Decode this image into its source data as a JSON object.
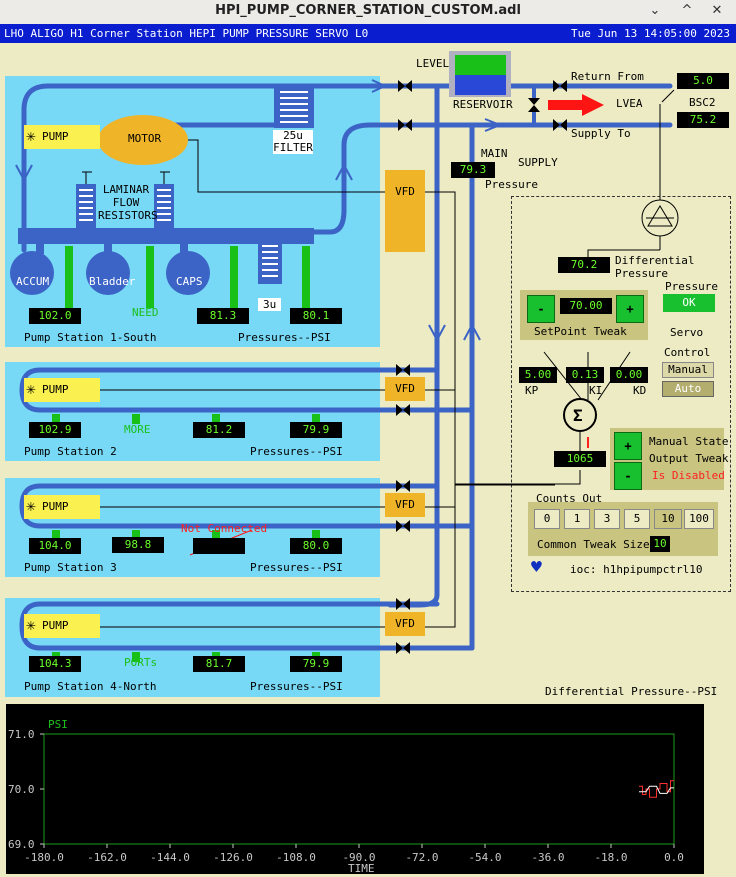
{
  "window": {
    "title": "HPI_PUMP_CORNER_STATION_CUSTOM.adl",
    "minimize": "⌄",
    "maximize": "^",
    "close": "✕"
  },
  "header": {
    "left": "LHO ALIGO H1 Corner Station HEPI PUMP PRESSURE SERVO  L0",
    "right": "Tue Jun 13 14:05:00 2023"
  },
  "top": {
    "level": "LEVEL",
    "reservoir": "RESERVOIR",
    "filter": "25u\nFILTER",
    "return_from": "Return From",
    "supply_to": "Supply To",
    "lvea": "LVEA",
    "bsc2": "BSC2",
    "return_value": "5.0",
    "supply_value": "75.2",
    "main_supply_1": "MAIN",
    "main_supply_2": "SUPPLY",
    "main_pressure": "79.3",
    "pressure": "Pressure"
  },
  "station1": {
    "pump": "PUMP",
    "motor": "MOTOR",
    "laminar": "LAMINAR\nFLOW\nRESISTORS",
    "accum": "ACCUM",
    "bladder": "Bladder",
    "caps": "CAPS",
    "three_u": "3u",
    "need": "NEED",
    "v1": "102.0",
    "v2": "81.3",
    "v3": "80.1",
    "name": "Pump Station 1-South",
    "pressures": "Pressures--PSI",
    "vfd": "VFD"
  },
  "station2": {
    "pump": "PUMP",
    "v1": "102.9",
    "more": "MORE",
    "v2": "81.2",
    "v3": "79.9",
    "name": "Pump Station 2",
    "pressures": "Pressures--PSI",
    "vfd": "VFD"
  },
  "station3": {
    "pump": "PUMP",
    "v1": "104.0",
    "v2": "98.8",
    "not_connected": "Not Connected",
    "v3": "80.0",
    "name": "Pump Station 3",
    "pressures": "Pressures--PSI",
    "vfd": "VFD"
  },
  "station4": {
    "pump": "PUMP",
    "v1": "104.3",
    "ports": "PORTs",
    "v2": "81.7",
    "v3": "79.9",
    "name": "Pump Station 4-North",
    "pressures": "Pressures--PSI",
    "vfd": "VFD"
  },
  "servo": {
    "diff_value": "70.2",
    "diff_label": "Differential\nPressure",
    "setpoint_minus": "-",
    "setpoint_value": "70.00",
    "setpoint_plus": "+",
    "setpoint_label": "SetPoint Tweak",
    "pressure_label": "Pressure",
    "pressure_ok": "OK",
    "servo_label": "Servo",
    "control_label": "Control",
    "manual": "Manual",
    "auto": "Auto",
    "kp": "5.00",
    "ki": "0.13",
    "kd": "0.00",
    "kp_l": "KP",
    "ki_l": "KI",
    "kd_l": "KD",
    "sigma": "Σ",
    "output": "1065",
    "manual_plus": "+",
    "manual_minus": "-",
    "manual_state": "Manual State",
    "output_tweak": "Output Tweak",
    "disabled": "Is Disabled",
    "counts_out": "Counts Out",
    "tweak_buttons": [
      "0",
      "1",
      "3",
      "5",
      "10",
      "100"
    ],
    "common_tweak": "Common Tweak Size",
    "common_value": "10",
    "ioc": "ioc: h1hpipumpctrl10"
  },
  "chart_data": {
    "type": "line",
    "title": "Differential Pressure--PSI",
    "ylabel": "PSI",
    "xlabel": "TIME",
    "xlim": [
      -180,
      0
    ],
    "ylim": [
      69,
      71
    ],
    "xticks": [
      "-180.0",
      "-162.0",
      "-144.0",
      "-126.0",
      "-108.0",
      "-90.0",
      "-72.0",
      "-54.0",
      "-36.0",
      "-18.0",
      "0.0"
    ],
    "yticks": [
      "71.0",
      "70.0",
      "69.0"
    ],
    "series": [
      {
        "color": "#ff3030",
        "x": [
          -10,
          -9,
          -9,
          -8,
          -8,
          -7,
          -7,
          -5,
          -5,
          -4,
          -4,
          -2,
          -2,
          -1,
          -1,
          0
        ],
        "y": [
          70.05,
          70.05,
          69.9,
          69.9,
          70.0,
          70.0,
          69.85,
          69.85,
          70.0,
          70.0,
          70.1,
          70.1,
          69.95,
          69.95,
          70.15,
          70.15
        ]
      },
      {
        "color": "#ffffff",
        "x": [
          -10,
          -8,
          -7,
          -5,
          -4,
          -2,
          -1,
          0
        ],
        "y": [
          69.95,
          69.95,
          70.05,
          70.05,
          69.92,
          69.92,
          70.02,
          70.02
        ]
      }
    ]
  },
  "colors": {
    "pipe": "#3c63c6",
    "panel": "#78d9f6",
    "led_text": "#6cff2a",
    "header_bg": "#0a1ed0",
    "background": "#ecebc4"
  }
}
